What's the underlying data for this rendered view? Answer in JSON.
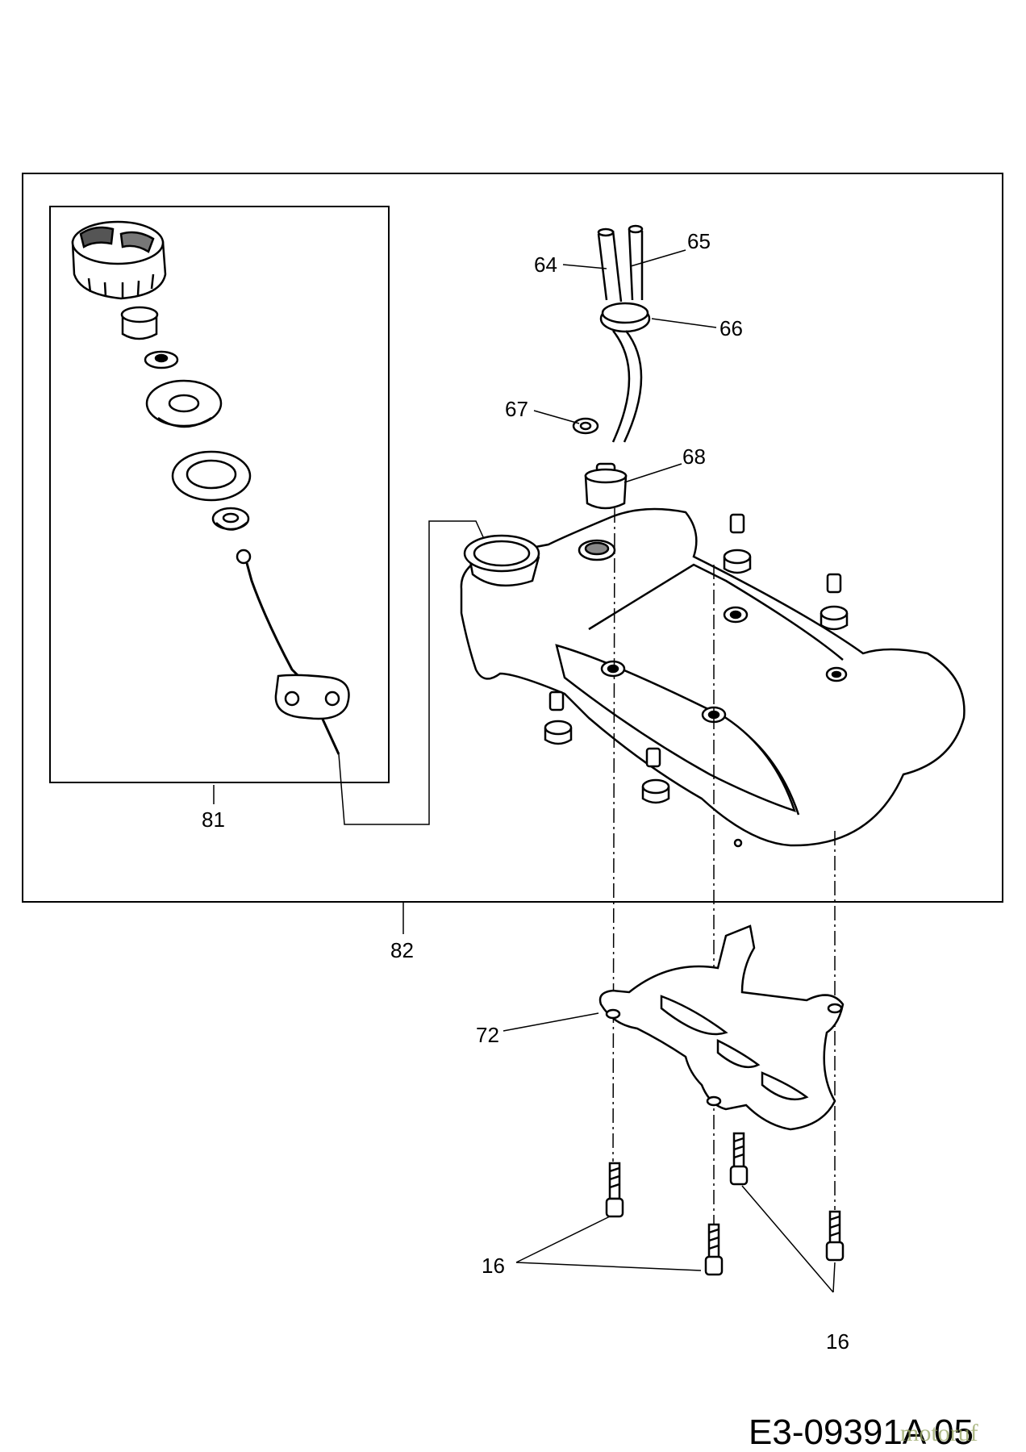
{
  "diagram": {
    "drawing_code": "E3-09391A 05",
    "watermark": "motoruf",
    "callouts": {
      "c16a": "16",
      "c16b": "16",
      "c64": "64",
      "c65": "65",
      "c66": "66",
      "c67": "67",
      "c68": "68",
      "c72": "72",
      "c81": "81",
      "c82": "82"
    }
  }
}
